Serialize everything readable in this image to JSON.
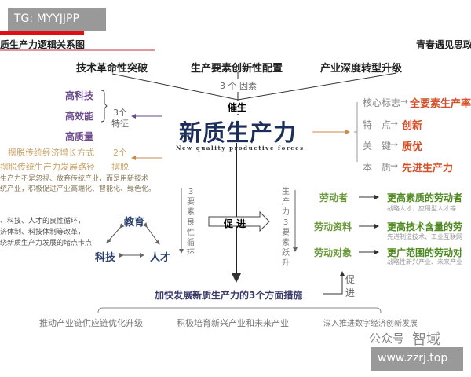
{
  "watermark_tag": "TG: MYYJJPP",
  "watermark_url": "www.zzrj.top",
  "watermark_wechat": "公众号",
  "watermark_brand": "智域",
  "title": "质生产力逻辑关系图",
  "source": "青春遇见思政",
  "factors": [
    "技术革命性突破",
    "生产要素创新性配置",
    "产业深度转型升级"
  ],
  "factors_label": "3 个 因素",
  "cuisheng": "催生",
  "center_title": "新质生产力",
  "center_subtitle": "New quality productive forces",
  "features": {
    "items": [
      "高科技",
      "高效能",
      "高质量"
    ],
    "label": [
      "3个",
      "特征"
    ]
  },
  "escape": {
    "items": [
      "摆脱传统经济增长方式",
      "摆脱传统生产力发展路径"
    ],
    "label": [
      "2个",
      "摆脱"
    ]
  },
  "note_lines": [
    "生产力不是忽视、放弃传统产业，而是用新技术",
    "统产业，积极促进产业高端化、智能化、绿色化。"
  ],
  "cycle_lines": [
    "、科技、人才的良性循环，",
    "济体制、科技体制等改革，",
    "绕新质生产力发展的堵点卡点"
  ],
  "triangle": {
    "top": "教育",
    "left": "科技",
    "right": "人才"
  },
  "cycle_vertical": "3要素良性循环",
  "promote_arrow": "促 进",
  "leap_vertical": "生产力3要素跃升",
  "attributes": [
    {
      "label": "核心标志",
      "value": "全要素生产率"
    },
    {
      "label": "特　点",
      "value": "创新"
    },
    {
      "label": "关　键",
      "value": "质优"
    },
    {
      "label": "本　质",
      "value": "先进生产力"
    }
  ],
  "factors3": [
    {
      "name": "劳动者",
      "result": "更高素质的劳动者",
      "sub": "战略人才、应用型人才等"
    },
    {
      "name": "劳动资料",
      "result": "更高技术含量的劳",
      "sub": "先进制造技术、工业互联网"
    },
    {
      "name": "劳动对象",
      "result": "更广范围的劳动对",
      "sub": "战略性新兴产业、未来产业"
    }
  ],
  "promote_up": [
    "促",
    "进"
  ],
  "measures_title": "加快发展新质生产力的3个方面措施",
  "measures": [
    "推动产业链供应链优化升级",
    "积极培育新兴产业和未来产业",
    "深入推进数字经济创新发展"
  ],
  "colors": {
    "navy": "#1c2e5a",
    "purple": "#6a4a8a",
    "orange": "#d4502a",
    "green": "#4e8a20",
    "red": "#e01010"
  }
}
